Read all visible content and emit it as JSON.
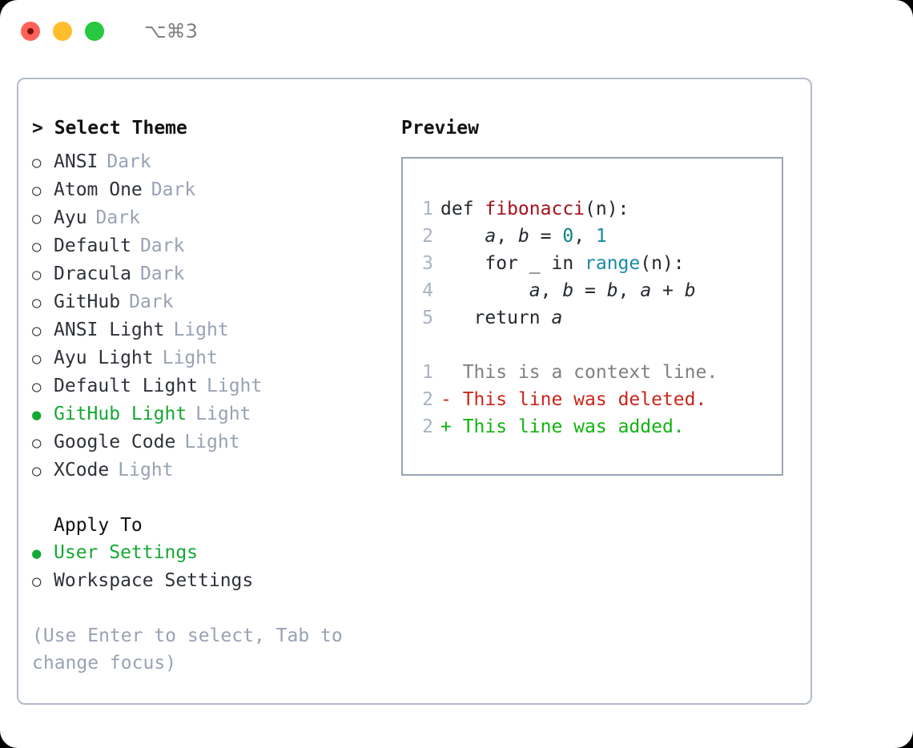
{
  "titlebar": {
    "shortcut": "⌥⌘3",
    "lights": [
      "close",
      "minimize",
      "maximize"
    ]
  },
  "left": {
    "title": "> Select Theme",
    "themes": [
      {
        "bullet": "○",
        "name": "ANSI",
        "kind": "Dark",
        "selected": false
      },
      {
        "bullet": "○",
        "name": "Atom One",
        "kind": "Dark",
        "selected": false
      },
      {
        "bullet": "○",
        "name": "Ayu",
        "kind": "Dark",
        "selected": false
      },
      {
        "bullet": "○",
        "name": "Default",
        "kind": "Dark",
        "selected": false
      },
      {
        "bullet": "○",
        "name": "Dracula",
        "kind": "Dark",
        "selected": false
      },
      {
        "bullet": "○",
        "name": "GitHub",
        "kind": "Dark",
        "selected": false
      },
      {
        "bullet": "○",
        "name": "ANSI Light",
        "kind": "Light",
        "selected": false
      },
      {
        "bullet": "○",
        "name": "Ayu Light",
        "kind": "Light",
        "selected": false
      },
      {
        "bullet": "○",
        "name": "Default Light",
        "kind": "Light",
        "selected": false
      },
      {
        "bullet": "●",
        "name": "GitHub Light",
        "kind": "Light",
        "selected": true
      },
      {
        "bullet": "○",
        "name": "Google Code",
        "kind": "Light",
        "selected": false
      },
      {
        "bullet": "○",
        "name": "XCode",
        "kind": "Light",
        "selected": false
      }
    ],
    "apply_to_label": "Apply To",
    "apply_to": [
      {
        "bullet": "●",
        "name": "User Settings",
        "selected": true
      },
      {
        "bullet": "○",
        "name": "Workspace Settings",
        "selected": false
      }
    ],
    "hint": "(Use Enter to select, Tab to change focus)"
  },
  "right": {
    "preview_label": "Preview",
    "code_lines": [
      {
        "no": "1",
        "segments": [
          {
            "text": "def ",
            "tok": "tok-def"
          },
          {
            "text": "fibonacci",
            "tok": "tok-fn"
          },
          {
            "text": "(n):",
            "tok": "tok-plain"
          }
        ]
      },
      {
        "no": "2",
        "segments": [
          {
            "text": "    ",
            "tok": "tok-plain"
          },
          {
            "text": "a",
            "tok": "tok-var"
          },
          {
            "text": ", ",
            "tok": "tok-plain"
          },
          {
            "text": "b",
            "tok": "tok-var"
          },
          {
            "text": " = ",
            "tok": "tok-plain"
          },
          {
            "text": "0",
            "tok": "tok-num"
          },
          {
            "text": ", ",
            "tok": "tok-plain"
          },
          {
            "text": "1",
            "tok": "tok-num2"
          }
        ]
      },
      {
        "no": "3",
        "segments": [
          {
            "text": "    for _ in ",
            "tok": "tok-plain"
          },
          {
            "text": "range",
            "tok": "tok-call"
          },
          {
            "text": "(n):",
            "tok": "tok-plain"
          }
        ]
      },
      {
        "no": "4",
        "segments": [
          {
            "text": "        ",
            "tok": "tok-plain"
          },
          {
            "text": "a",
            "tok": "tok-var"
          },
          {
            "text": ", ",
            "tok": "tok-plain"
          },
          {
            "text": "b",
            "tok": "tok-var"
          },
          {
            "text": " = ",
            "tok": "tok-plain"
          },
          {
            "text": "b",
            "tok": "tok-var"
          },
          {
            "text": ", ",
            "tok": "tok-plain"
          },
          {
            "text": "a",
            "tok": "tok-var"
          },
          {
            "text": " + ",
            "tok": "tok-plain"
          },
          {
            "text": "b",
            "tok": "tok-var"
          }
        ]
      },
      {
        "no": "5",
        "segments": [
          {
            "text": "   return ",
            "tok": "tok-plain"
          },
          {
            "text": "a",
            "tok": "tok-var"
          }
        ]
      }
    ],
    "diff_lines": [
      {
        "no": "1",
        "marker": " ",
        "text": " This is a context line.",
        "kind": "diff-ctx"
      },
      {
        "no": "2",
        "marker": "-",
        "text": " This line was deleted.",
        "kind": "diff-del"
      },
      {
        "no": "2",
        "marker": "+",
        "text": " This line was added.",
        "kind": "diff-add"
      }
    ]
  },
  "colors": {
    "accent_green": "#16a834",
    "muted": "#98a2b3",
    "border": "#b3bbc9",
    "preview_border": "#99a3b2",
    "diff_add": "#12b312",
    "diff_del": "#c9261c",
    "fn_red": "#a5121b",
    "call_blue": "#1a8aa8",
    "num_teal": "#0e8080"
  }
}
